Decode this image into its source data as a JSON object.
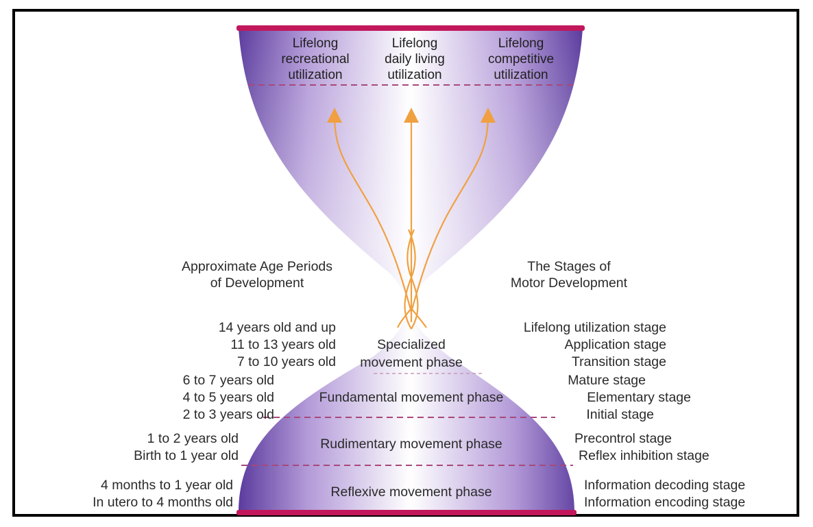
{
  "top_labels": {
    "recreational": [
      "Lifelong",
      "recreational",
      "utilization"
    ],
    "daily_living": [
      "Lifelong",
      "daily living",
      "utilization"
    ],
    "competitive": [
      "Lifelong",
      "competitive",
      "utilization"
    ]
  },
  "headings": {
    "age_periods": [
      "Approximate Age Periods",
      "of Development"
    ],
    "stages": [
      "The Stages of",
      "Motor Development"
    ]
  },
  "phases": {
    "specialized": [
      "Specialized",
      "movement phase"
    ],
    "fundamental": "Fundamental movement phase",
    "rudimentary": "Rudimentary movement phase",
    "reflexive": "Reflexive movement phase"
  },
  "ages": {
    "specialized": [
      "14 years old and up",
      "11 to 13 years old",
      "7 to 10 years old"
    ],
    "fundamental": [
      "6 to 7 years old",
      "4 to 5 years old",
      "2 to 3 years old"
    ],
    "rudimentary": [
      "1 to 2 years old",
      "Birth to 1 year old"
    ],
    "reflexive": [
      "4 months to 1 year old",
      "In utero to 4 months old"
    ]
  },
  "stages": {
    "specialized": [
      "Lifelong utilization stage",
      "Application stage",
      "Transition stage"
    ],
    "fundamental": [
      "Mature stage",
      "Elementary stage",
      "Initial stage"
    ],
    "rudimentary": [
      "Precontrol stage",
      "Reflex inhibition stage"
    ],
    "reflexive": [
      "Information decoding stage",
      "Information encoding stage"
    ]
  },
  "colors": {
    "bar": "#c2185b",
    "fill_dark": "#5b3c9e",
    "fill_light": "#ffffff",
    "arrows": "#f0a040",
    "dashes": "#a8487a"
  }
}
